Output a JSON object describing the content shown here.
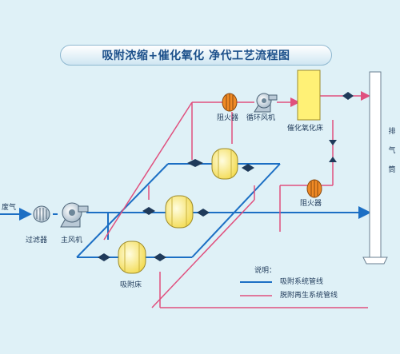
{
  "title": "吸附浓缩+催化氧化 净代工艺流程图",
  "labels": {
    "exhaust_inlet": "废气",
    "filter": "过滤器",
    "main_fan": "主风机",
    "adsorption_bed": "吸附床",
    "flame_arrester_top": "阻火器",
    "circulation_fan": "循环风机",
    "catalytic_bed": "催化氧化床",
    "flame_arrester_right": "阻火器",
    "stack_chars": [
      "排",
      "气",
      "筒"
    ]
  },
  "legend": {
    "heading": "说明：",
    "items": [
      {
        "label": "吸附系统管线",
        "color": "#1c6fc4"
      },
      {
        "label": "脱附再生系统管线",
        "color": "#e0507e"
      }
    ]
  },
  "colors": {
    "adsorption_line": "#1c6fc4",
    "desorption_line": "#e0507e",
    "bed_fill": "#fff176",
    "flame_arrester_fill": "#f08a24"
  }
}
